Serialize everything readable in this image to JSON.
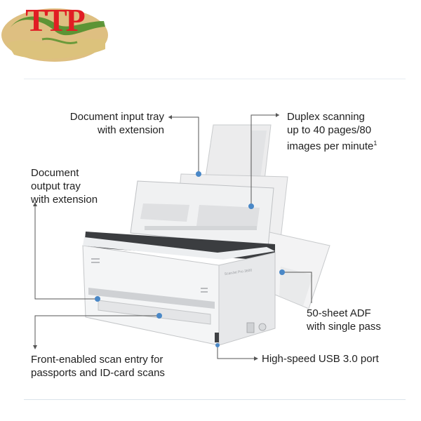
{
  "logo": {
    "text": "TTP",
    "colors": {
      "red": "#e11d24",
      "green": "#4a8a28",
      "gold": "#d7b36a"
    }
  },
  "callouts": {
    "input_tray": [
      "Document input tray",
      "with extension"
    ],
    "duplex": [
      "Duplex scanning",
      "up to 40 pages/80",
      "images per minute"
    ],
    "duplex_footnote": "1",
    "output_tray": [
      "Document",
      "output tray",
      "with extension"
    ],
    "adf": [
      "50-sheet ADF",
      "with single pass"
    ],
    "front_entry": [
      "Front-enabled scan entry for",
      "passports and ID-card scans"
    ],
    "usb": "High-speed USB 3.0 port"
  },
  "device": {
    "model_text": "ScanJet Pro 3600"
  },
  "colors": {
    "accent_dot": "#4a88c7",
    "line": "#555555",
    "device_body": "#f1f2f3"
  }
}
